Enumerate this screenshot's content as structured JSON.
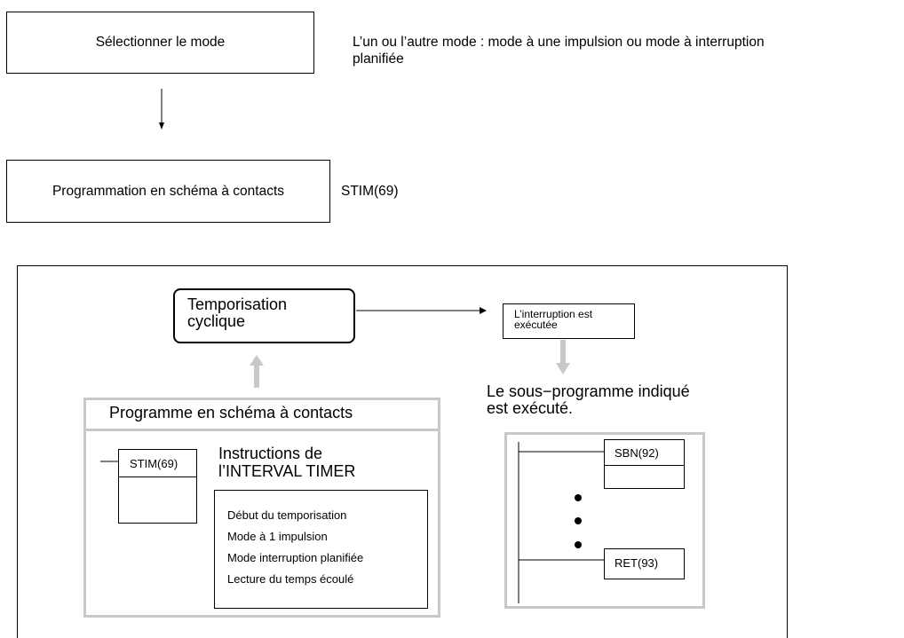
{
  "steps": [
    {
      "label": "Sélectionner le mode",
      "note_line1": "L’un ou l’autre mode : mode à une impulsion ou mode à interruption",
      "note_line2": "planifiée"
    },
    {
      "label": "Programmation en schéma à contacts",
      "note_line1": "STIM(69)"
    }
  ],
  "diagram": {
    "timer_label_line1": "Temporisation",
    "timer_label_line2": "cyclique",
    "interrupt_label_line1": "L’interruption est",
    "interrupt_label_line2": "exécutée",
    "subroutine_caption_line1": "Le sous−programme indiqué",
    "subroutine_caption_line2": "est exécuté.",
    "ladder_title": "Programme en schéma à contacts",
    "stim_label": "STIM(69)",
    "instructions_title_line1": "Instructions de",
    "instructions_title_line2": "l’INTERVAL TIMER",
    "instructions": [
      "Début du temporisation",
      "Mode à 1 impulsion",
      "Mode interruption planifiée",
      "Lecture du temps écoulé"
    ],
    "sbn_label": "SBN(92)",
    "ret_label": "RET(93)"
  }
}
